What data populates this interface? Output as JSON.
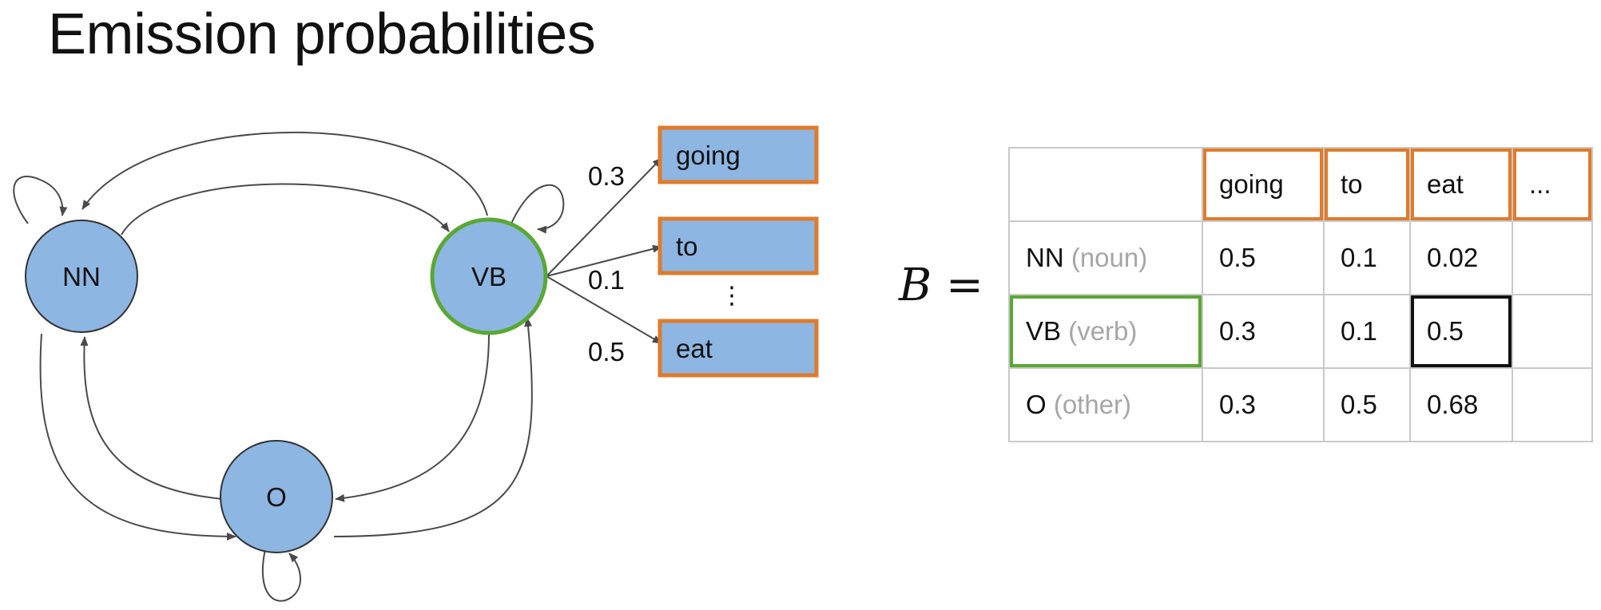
{
  "title": "Emission probabilities",
  "diagram": {
    "states": [
      {
        "id": "NN",
        "label": "NN",
        "highlighted": false
      },
      {
        "id": "VB",
        "label": "VB",
        "highlighted": true
      },
      {
        "id": "O",
        "label": "O",
        "highlighted": false
      }
    ],
    "emissions": [
      {
        "word": "going",
        "prob": "0.3"
      },
      {
        "word": "to",
        "prob": "0.1"
      },
      {
        "word": "eat",
        "prob": "0.5"
      }
    ],
    "ellipsis": "⋮"
  },
  "matrix": {
    "name": "B",
    "equals": "=",
    "columns": [
      "going",
      "to",
      "eat",
      "..."
    ],
    "rows": [
      {
        "state": "NN",
        "desc": "(noun)",
        "values": [
          "0.5",
          "0.1",
          "0.02",
          ""
        ]
      },
      {
        "state": "VB",
        "desc": "(verb)",
        "values": [
          "0.3",
          "0.1",
          "0.5",
          ""
        ]
      },
      {
        "state": "O",
        "desc": "(other)",
        "values": [
          "0.3",
          "0.5",
          "0.68",
          ""
        ]
      }
    ]
  },
  "colors": {
    "node_fill": "#8db6e2",
    "node_stroke": "#333333",
    "highlight_green": "#5aa832",
    "highlight_orange": "#e07b2a",
    "edge": "#4a4a4a"
  }
}
